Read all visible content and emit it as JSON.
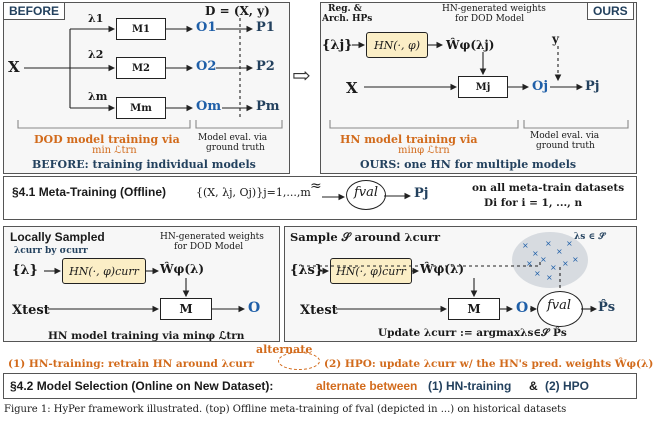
{
  "top_left": {
    "tag": "BEFORE",
    "input": "X",
    "d_eq": "D = (X, y)",
    "lambdas": [
      "λ1",
      "λ2",
      "λm"
    ],
    "models": [
      "M1",
      "M2",
      "Mm"
    ],
    "outputs": [
      "O1",
      "O2",
      "Om"
    ],
    "preds": [
      "P1",
      "P2",
      "Pm"
    ],
    "dod_label": "DOD model training via",
    "dod_formula": "min ℒtrn",
    "eval_label": "Model eval. via",
    "eval_label2": "ground truth",
    "caption": "BEFORE: training individual models"
  },
  "top_right": {
    "tag": "OURS",
    "reg_label": "Reg. &",
    "reg_label2": "Arch. HPs",
    "hn_weights_label": "HN-generated weights",
    "hn_weights_label2": "for DOD Model",
    "lambda_set": "{λj}",
    "hn": "HN(·, φ)",
    "w_hat": "Ŵφ(λj)",
    "y": "y",
    "input": "X",
    "model": "Mj",
    "output": "Oj",
    "pred": "Pj",
    "hn_training": "HN model training via",
    "hn_formula": "minφ ℒtrn",
    "eval_label": "Model eval. via",
    "eval_label2": "ground truth",
    "caption": "OURS: one HN for multiple models"
  },
  "meta_training": {
    "title": "§4.1 Meta-Training (Offline)",
    "set": "{(X, λj, Oj)}j=1,...,m",
    "approx": "≈",
    "fval": "fval",
    "pred": "Pj",
    "desc": "on all meta-train datasets",
    "desc2": "Di for i = 1, ..., n"
  },
  "bottom_left": {
    "title": "Locally Sampled",
    "lambda_curr": "λcurr by σcurr",
    "hn_weights_label": "HN-generated weights",
    "hn_weights_label2": "for DOD Model",
    "lambda_set": "{λ}",
    "hn": "HN(·, φ)curr",
    "w_hat": "Ŵφ(λ)",
    "input": "Xtest",
    "model": "M",
    "output": "O",
    "caption": "HN model training via minφ ℒtrn"
  },
  "bottom_right": {
    "title": "Sample 𝒮 around λcurr",
    "cloud_label": "λs ∈ 𝒮",
    "lambda_set": "{λs}",
    "hn": "HN(·, φ)curr",
    "w_hat": "Ŵφ(λ)",
    "input": "Xtest",
    "model": "M",
    "output": "O",
    "fval": "fval",
    "pred": "P̂s",
    "update": "Update λcurr := argmaxλs∈𝒮 P̂s"
  },
  "alternate": {
    "label": "alternate",
    "left": "(1) HN-training: retrain HN around λcurr",
    "right": "(2) HPO: update λcurr w/ the HN's pred. weights  Ŵφ(λ)"
  },
  "model_selection": {
    "title": "§4.2 Model Selection (Online on New Dataset):",
    "part1": "alternate between",
    "part2": "(1) HN-training",
    "part3": "&",
    "part4": "(2) HPO"
  },
  "figure_caption": "Figure 1: HyPer framework illustrated. (top) Offline meta-training of fval (depicted in ...) on historical datasets",
  "colors": {
    "orange": "#d26b1c",
    "blue": "#1f5fa8",
    "navy": "#23415e",
    "hn_fill": "#fbeec6"
  }
}
